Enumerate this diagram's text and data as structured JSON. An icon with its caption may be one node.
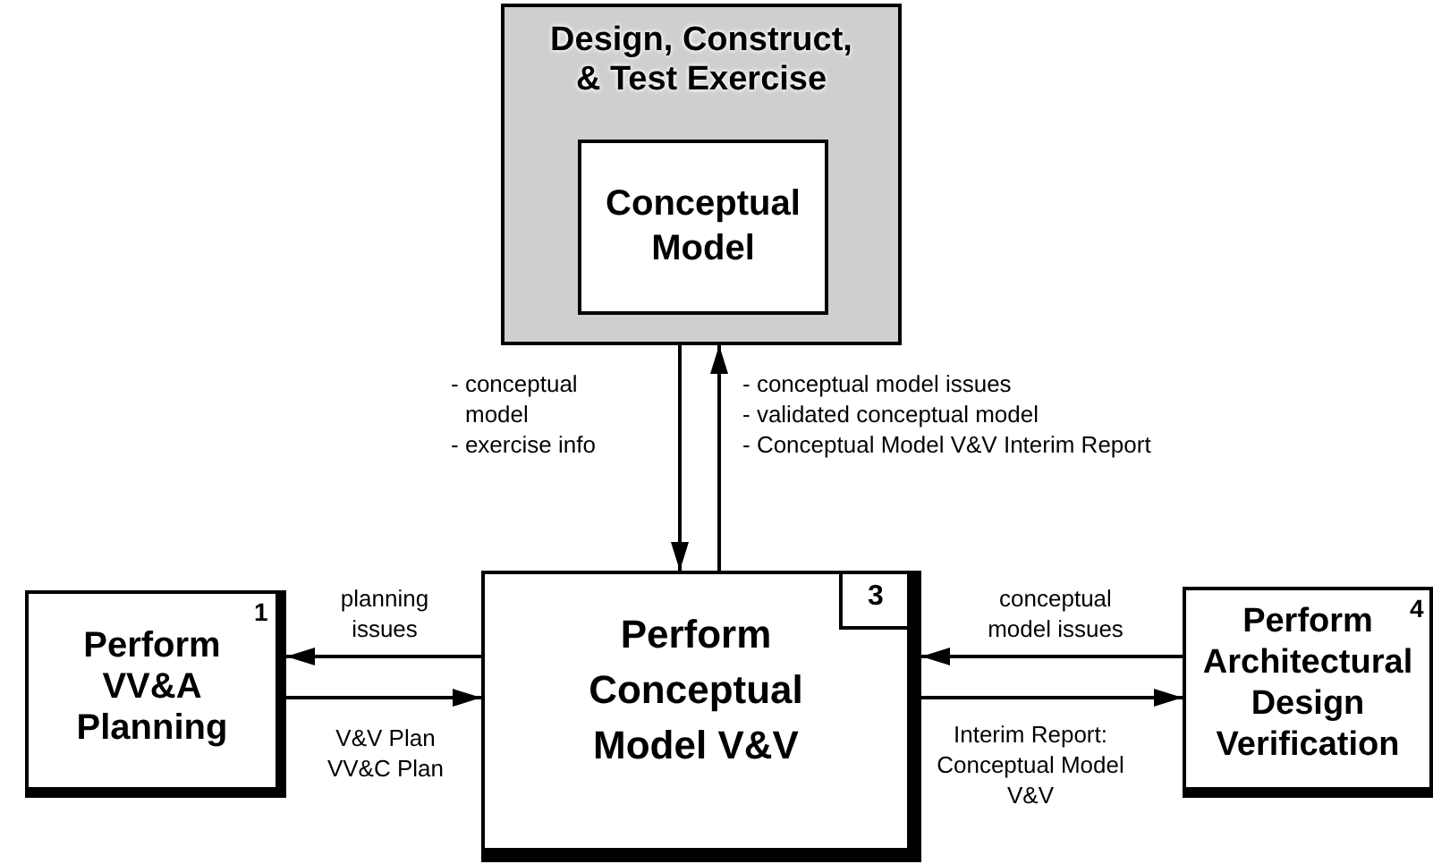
{
  "diagram": {
    "nodes": [
      {
        "text": [
          "Design, Construct, & Test Exercise"
        ]
      },
      {
        "text": [
          "Conceptual Model"
        ],
        "in": 0
      },
      {
        "text": [
          "Perform Conceptual Model V&V",
          "3"
        ]
      },
      {
        "text": [
          "Perform VV&A Planning",
          "1"
        ]
      },
      {
        "text": [
          "Perform Architectural Design Verification",
          "4"
        ]
      }
    ],
    "edges": [
      {
        "from": 0,
        "to": 2,
        "arrow": "to",
        "label": "- conceptual model - exercise info"
      },
      {
        "from": 2,
        "to": 0,
        "arrow": "to",
        "label": "- conceptual model issues - validated conceptual model - Conceptual Model V&V Interim Report"
      },
      {
        "from": 2,
        "to": 3,
        "arrow": "to",
        "label": "planning issues"
      },
      {
        "from": 3,
        "to": 2,
        "arrow": "to",
        "label": "V&V Plan VV&C Plan"
      },
      {
        "from": 4,
        "to": 2,
        "arrow": "to",
        "label": "conceptual model issues"
      },
      {
        "from": 2,
        "to": 4,
        "arrow": "to",
        "label": "Interim Report: Conceptual Model V&V"
      }
    ]
  }
}
